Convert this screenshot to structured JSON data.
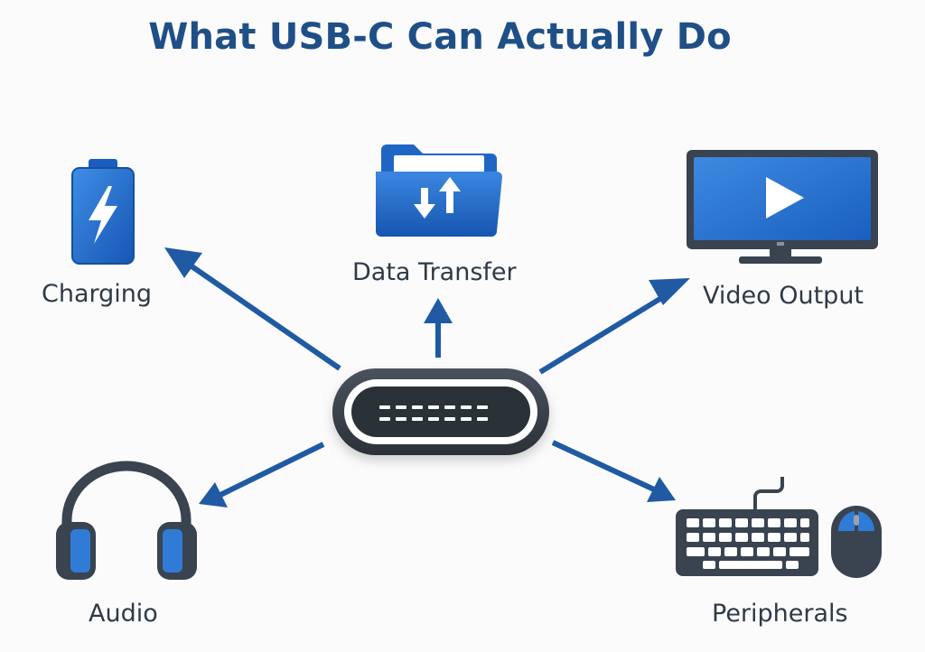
{
  "title": "What USB-C Can Actually Do",
  "center": {
    "icon": "usb-c-port-icon"
  },
  "capabilities": [
    {
      "id": "charging",
      "label": "Charging",
      "icon": "battery-charging-icon"
    },
    {
      "id": "data-transfer",
      "label": "Data Transfer",
      "icon": "folder-transfer-icon"
    },
    {
      "id": "video-output",
      "label": "Video Output",
      "icon": "monitor-play-icon"
    },
    {
      "id": "audio",
      "label": "Audio",
      "icon": "headphones-icon"
    },
    {
      "id": "peripherals",
      "label": "Peripherals",
      "icon": "keyboard-mouse-icon"
    }
  ],
  "colors": {
    "title": "#1f4f87",
    "accent": "#1c66c4",
    "arrow": "#1f5aa3",
    "dark": "#3a4350",
    "label": "#2f3a46"
  }
}
